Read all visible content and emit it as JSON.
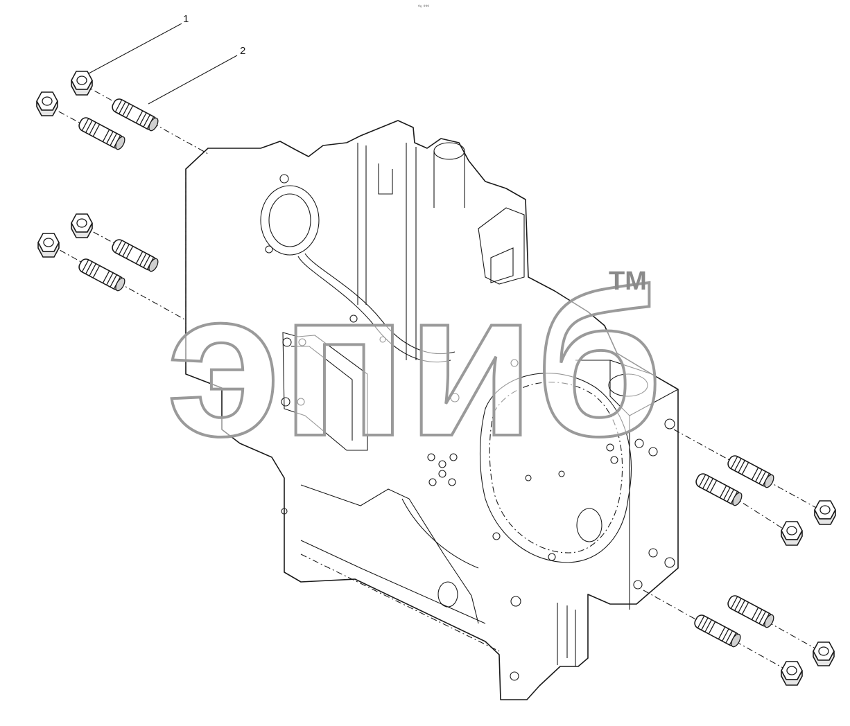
{
  "header": {
    "text": "⁰⁶ ⁰⁰⁰"
  },
  "callouts": [
    {
      "number": "1",
      "part": "nut"
    },
    {
      "number": "2",
      "part": "stud"
    }
  ],
  "watermark": {
    "text": "эпиб",
    "tm": "TM"
  },
  "icons": {
    "nut": "hex-nut-icon",
    "stud": "threaded-stud-icon"
  }
}
